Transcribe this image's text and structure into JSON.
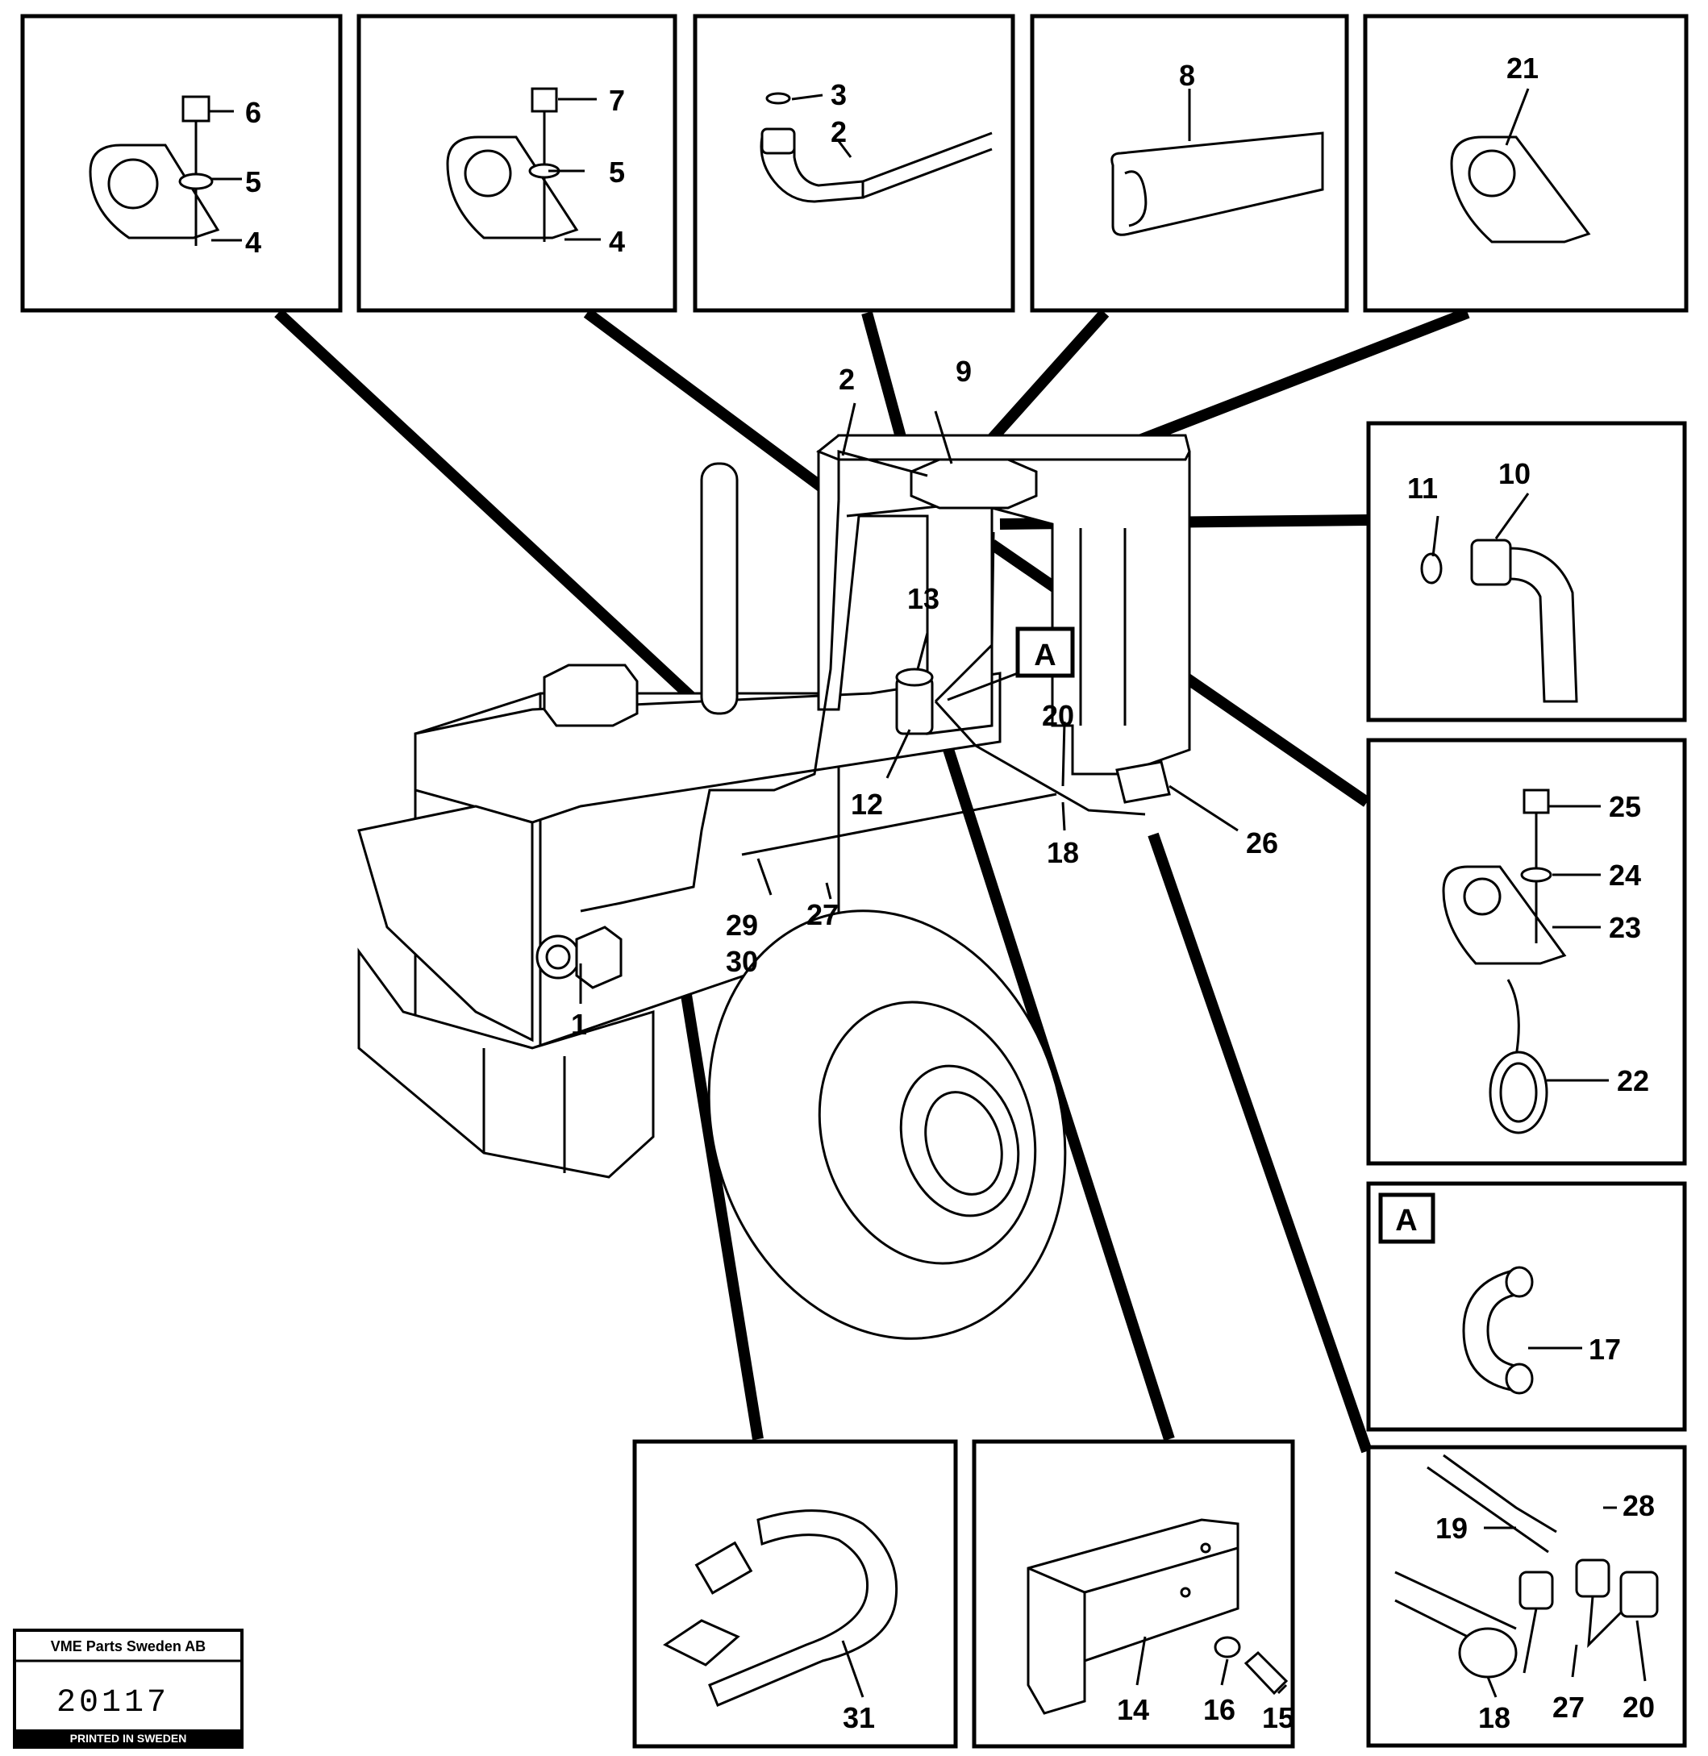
{
  "stamp": {
    "company": "VME Parts Sweden AB",
    "number": "20117",
    "printed": "PRINTED IN SWEDEN"
  },
  "detail_box_label": "A",
  "callouts": {
    "c1": "1",
    "c2": "2",
    "c3": "3",
    "c4": "4",
    "c5": "5",
    "c6": "6",
    "c7": "7",
    "c8": "8",
    "c9": "9",
    "c10": "10",
    "c11": "11",
    "c12": "12",
    "c13": "13",
    "c14": "14",
    "c15": "15",
    "c16": "16",
    "c17": "17",
    "c18": "18",
    "c19": "19",
    "c20": "20",
    "c21": "21",
    "c22": "22",
    "c23": "23",
    "c24": "24",
    "c25": "25",
    "c26": "26",
    "c27": "27",
    "c28": "28",
    "c29": "29",
    "c30": "30",
    "c31": "31"
  }
}
